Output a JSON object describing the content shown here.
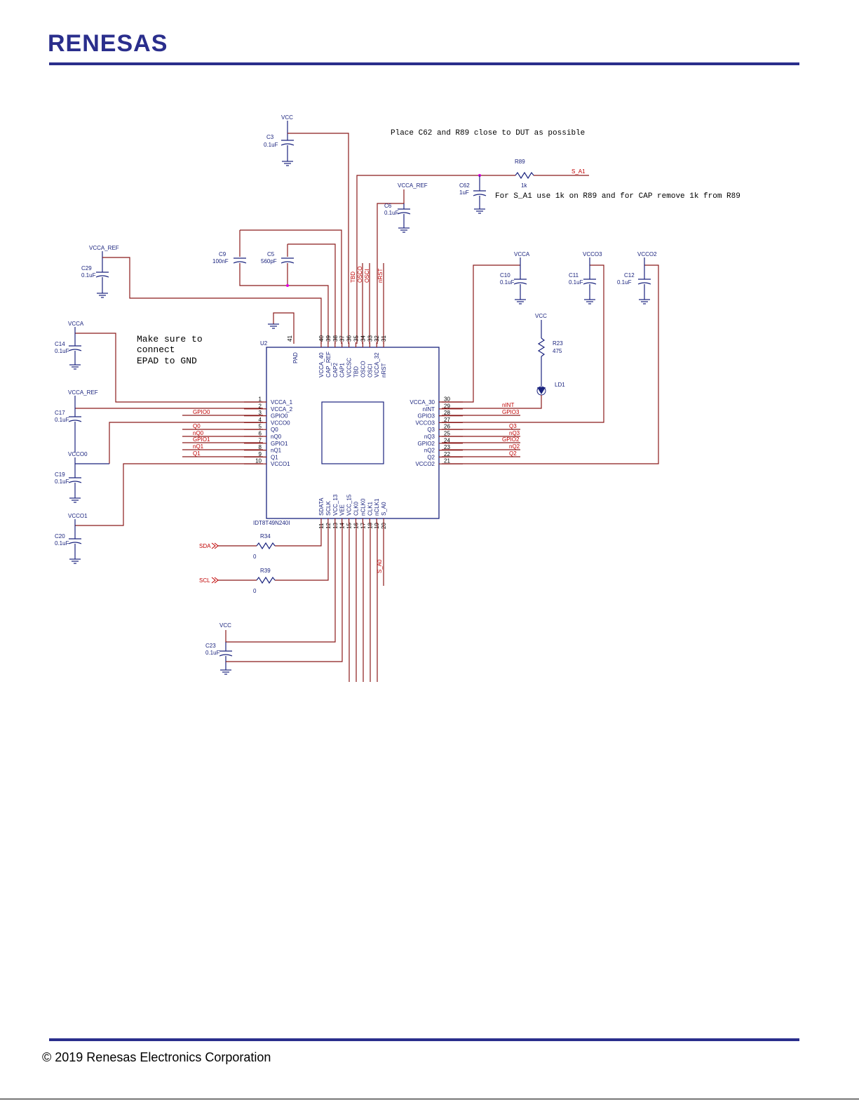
{
  "header": {
    "logo_text": "RENESAS"
  },
  "footer": {
    "copyright": "© 2019 Renesas Electronics Corporation"
  },
  "colors": {
    "brand": "#2a2e8c",
    "wire": "#8b1a1a",
    "component": "#1a237e",
    "net_label": "#c00000"
  },
  "notes": {
    "place": "Place C62 and R89 close to DUT as possible",
    "sa1": "For S_A1 use 1k on R89 and for CAP remove 1k from R89",
    "epad1": "Make sure to",
    "epad2": "connect",
    "epad3": "EPAD to GND"
  },
  "chip": {
    "ref": "U2",
    "part": "IDT8T49N240I",
    "pad_pin": "41",
    "pad_name": "PAD",
    "left_pins": [
      {
        "num": "1",
        "name": "VCCA_1"
      },
      {
        "num": "2",
        "name": "VCCA_2"
      },
      {
        "num": "3",
        "name": "GPIO0"
      },
      {
        "num": "4",
        "name": "VCCO0"
      },
      {
        "num": "5",
        "name": "Q0"
      },
      {
        "num": "6",
        "name": "nQ0"
      },
      {
        "num": "7",
        "name": "GPIO1"
      },
      {
        "num": "8",
        "name": "nQ1"
      },
      {
        "num": "9",
        "name": "Q1"
      },
      {
        "num": "10",
        "name": "VCCO1"
      }
    ],
    "right_pins": [
      {
        "num": "30",
        "name": "VCCA_30"
      },
      {
        "num": "29",
        "name": "nINT"
      },
      {
        "num": "28",
        "name": "GPIO3"
      },
      {
        "num": "27",
        "name": "VCCO3"
      },
      {
        "num": "26",
        "name": "Q3"
      },
      {
        "num": "25",
        "name": "nQ3"
      },
      {
        "num": "24",
        "name": "GPIO2"
      },
      {
        "num": "23",
        "name": "nQ2"
      },
      {
        "num": "22",
        "name": "Q2"
      },
      {
        "num": "21",
        "name": "VCCO2"
      }
    ],
    "top_pins": [
      {
        "num": "40",
        "name": "VCCA_40"
      },
      {
        "num": "39",
        "name": "CAP_REF"
      },
      {
        "num": "38",
        "name": "CAP2"
      },
      {
        "num": "37",
        "name": "CAP1"
      },
      {
        "num": "36",
        "name": "VCCSC"
      },
      {
        "num": "35",
        "name": "TBD"
      },
      {
        "num": "34",
        "name": "OSCO"
      },
      {
        "num": "33",
        "name": "OSCI"
      },
      {
        "num": "32",
        "name": "VCCA_32"
      },
      {
        "num": "31",
        "name": "nRST"
      }
    ],
    "bottom_pins": [
      {
        "num": "11",
        "name": "SDATA"
      },
      {
        "num": "12",
        "name": "SCLK"
      },
      {
        "num": "13",
        "name": "VCC_13"
      },
      {
        "num": "14",
        "name": "VEE"
      },
      {
        "num": "15",
        "name": "VCC_15"
      },
      {
        "num": "16",
        "name": "CLK0"
      },
      {
        "num": "17",
        "name": "nCLK0"
      },
      {
        "num": "18",
        "name": "CLK1"
      },
      {
        "num": "19",
        "name": "nCLK1"
      },
      {
        "num": "20",
        "name": "S_A0"
      }
    ]
  },
  "left_nets": [
    "GPIO0",
    "Q0",
    "nQ0",
    "GPIO1",
    "nQ1",
    "Q1"
  ],
  "right_nets": [
    "nINT",
    "GPIO3",
    "Q3",
    "nQ3",
    "GPIO2",
    "nQ2",
    "Q2"
  ],
  "top_nets": [
    "TBD",
    "OSCO",
    "OSCI",
    "nRST"
  ],
  "components": {
    "c3": {
      "ref": "C3",
      "val": "0.1uF",
      "rail": "VCC"
    },
    "c62": {
      "ref": "C62",
      "val": "1uF"
    },
    "r89": {
      "ref": "R89",
      "val": "1k",
      "net": "S_A1"
    },
    "c6": {
      "ref": "C6",
      "val": "0.1uF",
      "rail": "VCCA_REF"
    },
    "c9": {
      "ref": "C9",
      "val": "100nF"
    },
    "c5": {
      "ref": "C5",
      "val": "560pF"
    },
    "c29": {
      "ref": "C29",
      "val": "0.1uF",
      "rail": "VCCA_REF"
    },
    "c10": {
      "ref": "C10",
      "val": "0.1uF",
      "rail": "VCCA"
    },
    "c11": {
      "ref": "C11",
      "val": "0.1uF",
      "rail": "VCCO3"
    },
    "c12": {
      "ref": "C12",
      "val": "0.1uF",
      "rail": "VCCO2"
    },
    "r23": {
      "ref": "R23",
      "val": "475",
      "rail": "VCC"
    },
    "ld1": {
      "ref": "LD1"
    },
    "c14": {
      "ref": "C14",
      "val": "0.1uF",
      "rail": "VCCA"
    },
    "c17": {
      "ref": "C17",
      "val": "0.1uF",
      "rail": "VCCA_REF"
    },
    "c19": {
      "ref": "C19",
      "val": "0.1uF",
      "rail": "VCCO0"
    },
    "c20": {
      "ref": "C20",
      "val": "0.1uF",
      "rail": "VCCO1"
    },
    "r34": {
      "ref": "R34",
      "val": "0",
      "net": "SDA"
    },
    "r39": {
      "ref": "R39",
      "val": "0",
      "net": "SCL"
    },
    "c23": {
      "ref": "C23",
      "val": "0.1uF",
      "rail": "VCC"
    },
    "sa0": {
      "net": "S_A0"
    }
  }
}
